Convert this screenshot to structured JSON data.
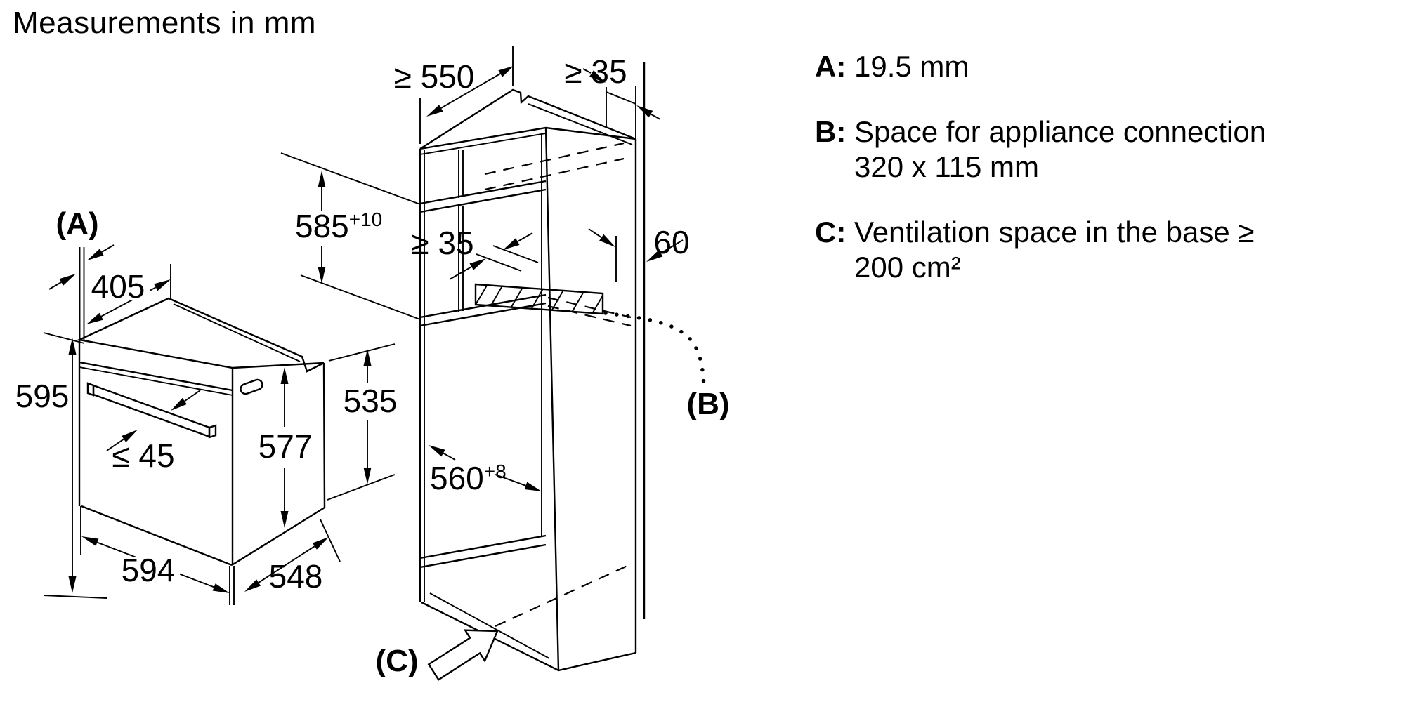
{
  "title": "Measurements in mm",
  "oven": {
    "label_a": "(A)",
    "depth_top": "405",
    "height_total": "595",
    "handle_depth": "≤ 45",
    "door_height": "577",
    "side_height": "535",
    "width": "594",
    "depth": "548"
  },
  "cabinet": {
    "depth_min": "≥ 550",
    "wall_gap": "≥ 35",
    "niche_height": "585",
    "niche_height_tol": "+10",
    "vent_gap": "≥ 35",
    "connection_distance": "60",
    "niche_width": "560",
    "niche_width_tol": "+8",
    "label_b": "(B)",
    "label_c": "(C)"
  },
  "legend": {
    "items": [
      {
        "key": "A:",
        "line1": "19.5 mm",
        "line2": ""
      },
      {
        "key": "B:",
        "line1": "Space for appliance connection",
        "line2": "320 x 115 mm"
      },
      {
        "key": "C:",
        "line1": "Ventilation space in the base ≥",
        "line2": "200 cm²"
      }
    ]
  }
}
